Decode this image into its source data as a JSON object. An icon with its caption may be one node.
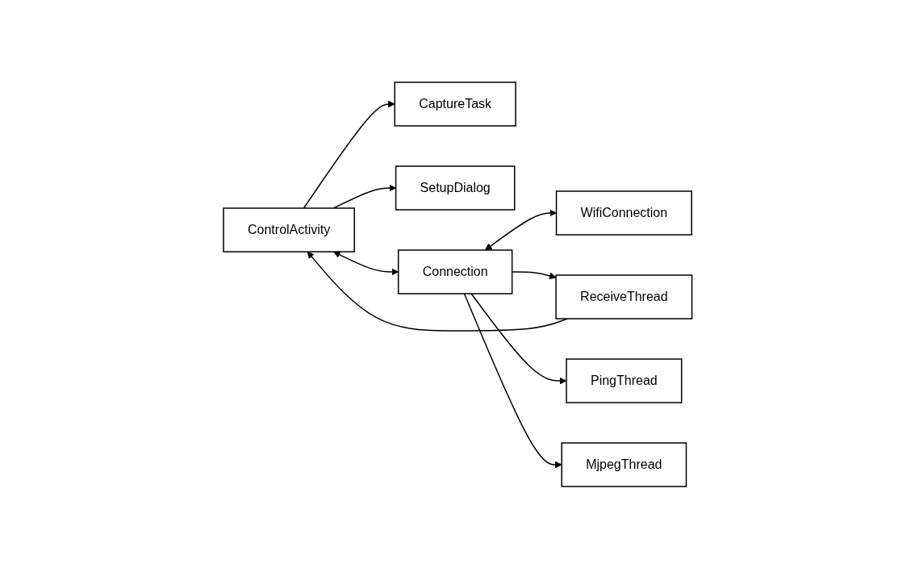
{
  "diagram": {
    "nodes": [
      {
        "text": [
          "CaptureTask"
        ]
      },
      {
        "text": [
          "SetupDialog"
        ]
      },
      {
        "text": [
          "ControlActivity"
        ]
      },
      {
        "text": [
          "Connection"
        ]
      },
      {
        "text": [
          "WifiConnection"
        ]
      },
      {
        "text": [
          "ReceiveThread"
        ]
      },
      {
        "text": [
          "PingThread"
        ]
      },
      {
        "text": [
          "MjpegThread"
        ]
      }
    ],
    "edges": [
      {
        "from": 2,
        "to": 0,
        "arrow": "to"
      },
      {
        "from": 2,
        "to": 1,
        "arrow": "to"
      },
      {
        "from": 2,
        "to": 3,
        "arrow": "both"
      },
      {
        "from": 3,
        "to": 4,
        "arrow": "both"
      },
      {
        "from": 3,
        "to": 5,
        "arrow": "to"
      },
      {
        "from": 5,
        "to": 2,
        "arrow": "to"
      },
      {
        "from": 3,
        "to": 6,
        "arrow": "to"
      },
      {
        "from": 3,
        "to": 7,
        "arrow": "to"
      }
    ]
  }
}
